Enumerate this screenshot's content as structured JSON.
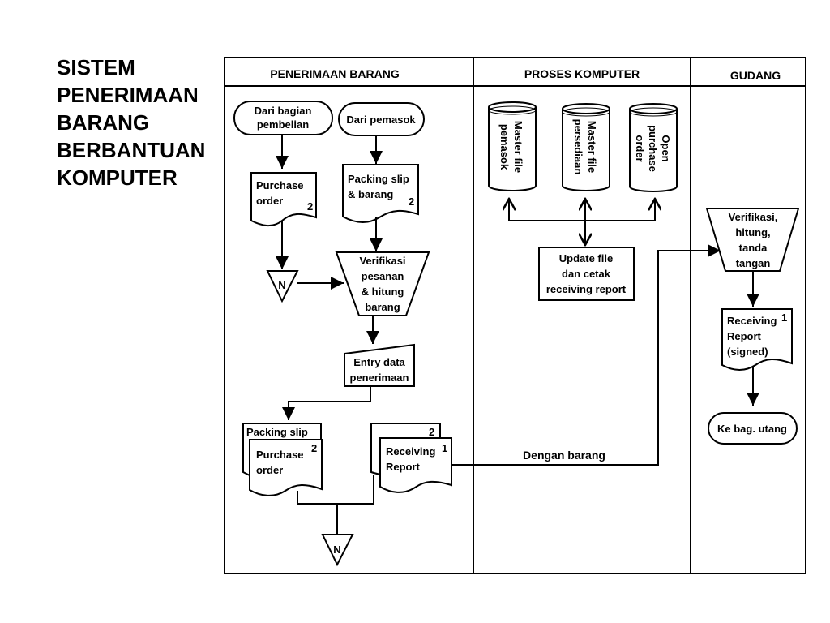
{
  "title": [
    "SISTEM",
    "PENERIMAAN",
    "BARANG",
    "BERBANTUAN",
    "KOMPUTER"
  ],
  "lanes": [
    {
      "label": "PENERIMAAN BARANG"
    },
    {
      "label": "PROSES KOMPUTER"
    },
    {
      "label": "GUDANG"
    }
  ],
  "penerimaan": {
    "start_pembelian": [
      "Dari bagian",
      "pembelian"
    ],
    "start_pemasok": "Dari pemasok",
    "purchase_order": [
      "Purchase",
      "order"
    ],
    "purchase_order_copies": "2",
    "packing_slip": [
      "Packing slip",
      "& barang"
    ],
    "packing_slip_copies": "2",
    "file_n_top": "N",
    "verifikasi": [
      "Verifikasi",
      "pesanan",
      "& hitung",
      "barang"
    ],
    "entry": [
      "Entry data",
      "penerimaan"
    ],
    "out_packing_slip": "Packing slip",
    "out_purchase_order": [
      "Purchase",
      "order"
    ],
    "out_purchase_order_copies": "2",
    "receiving_report": [
      "Receiving",
      "Report"
    ],
    "receiving_report_copy1": "1",
    "receiving_report_copy2": "2",
    "file_n_bottom": "N",
    "flow_label": "Dengan barang"
  },
  "komputer": {
    "db1": [
      "Master file",
      "pemasok"
    ],
    "db2": [
      "Master file",
      "persediaan"
    ],
    "db3": [
      "Open",
      "purchase",
      "order"
    ],
    "update": [
      "Update file",
      "dan cetak",
      "receiving report"
    ]
  },
  "gudang": {
    "verifikasi": [
      "Verifikasi,",
      "hitung,",
      "tanda",
      "tangan"
    ],
    "receiving_signed": [
      "Receiving",
      "Report",
      "(signed)"
    ],
    "receiving_signed_copy": "1",
    "end": "Ke bag. utang"
  }
}
